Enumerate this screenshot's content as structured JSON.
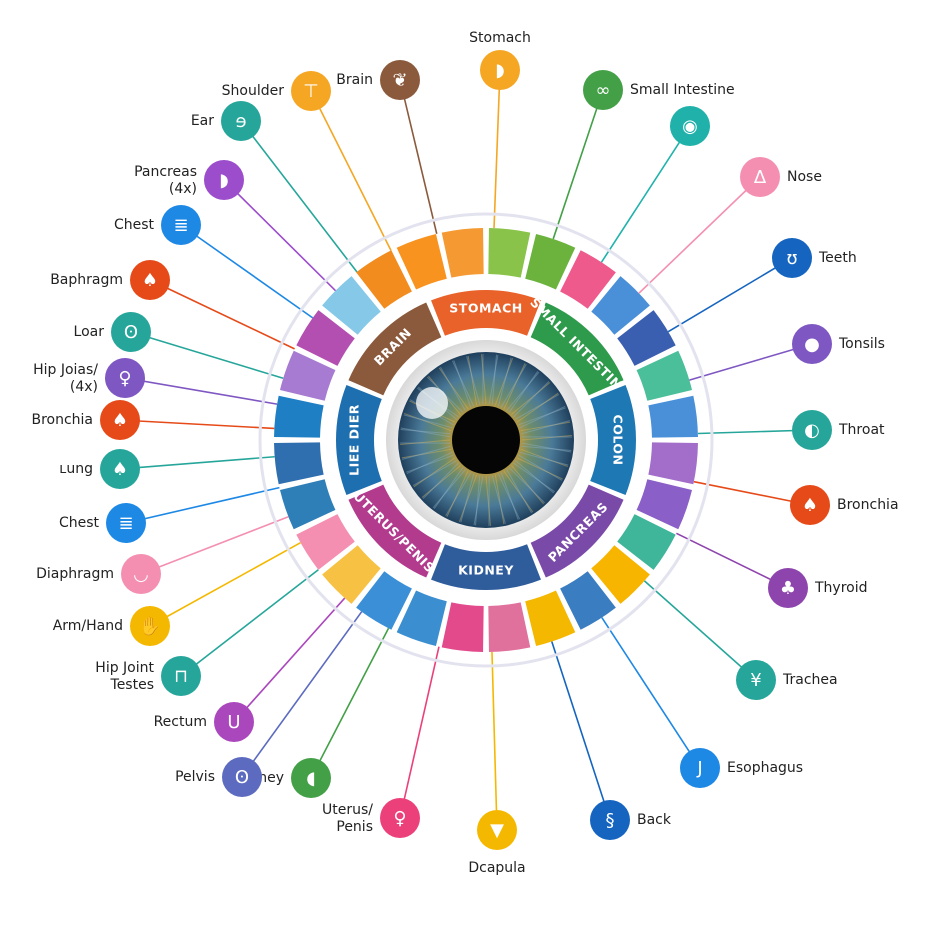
{
  "inner_ring": [
    {
      "label": "STOMACH",
      "color": "#e8622a"
    },
    {
      "label": "SMALL INTESTINE",
      "color": "#2e9a4b"
    },
    {
      "label": "COLON",
      "color": "#1e78b4"
    },
    {
      "label": "PANCREAS",
      "color": "#7a4aa8"
    },
    {
      "label": "KIDNEY",
      "color": "#2f5d9c"
    },
    {
      "label": "UTERUS/PENIS",
      "color": "#b23b8e"
    },
    {
      "label": "LIEE DIER",
      "color": "#1e6fb0"
    },
    {
      "label": "BRAIN",
      "color": "#8b5a3c"
    }
  ],
  "outer_segments": [
    "#f7931e",
    "#f59a33",
    "#8ac34a",
    "#6cb33e",
    "#ef5a8c",
    "#4a90d9",
    "#3a5fb0",
    "#4bbf9a",
    "#4a90d9",
    "#a26ec9",
    "#8a5fc7",
    "#3fb59a",
    "#f7b500",
    "#3a7dc0",
    "#f5b800",
    "#e0709c",
    "#e24a8c",
    "#3b8fd1",
    "#3a8fd6",
    "#f7c244",
    "#f48fb1",
    "#2e7fb8",
    "#2f6fb0",
    "#1f7fc4",
    "#a67bd1",
    "#b34fb0",
    "#85c8e8",
    "#f28c1e"
  ],
  "outer_items": [
    {
      "label": "Stomach",
      "color": "#f5a623",
      "icon": "stomach-icon",
      "glyph": "◗"
    },
    {
      "label": "Small Intestine",
      "color": "#43a047",
      "icon": "intestine-icon",
      "glyph": "∞"
    },
    {
      "label": "",
      "color": "#20b2aa",
      "icon": "eye-icon",
      "glyph": "◉"
    },
    {
      "label": "Nose",
      "color": "#f48fb1",
      "icon": "nose-icon",
      "glyph": "∆"
    },
    {
      "label": "Teeth",
      "color": "#1565c0",
      "icon": "tooth-icon",
      "glyph": "ʊ"
    },
    {
      "label": "Tonsils",
      "color": "#7e57c2",
      "icon": "head-icon",
      "glyph": "●"
    },
    {
      "label": "Throat",
      "color": "#26a69a",
      "icon": "throat-icon",
      "glyph": "◐"
    },
    {
      "label": "Bronchia",
      "color": "#e64a19",
      "icon": "lungs-icon",
      "glyph": "♠"
    },
    {
      "label": "Thyroid",
      "color": "#8e44ad",
      "icon": "thyroid-icon",
      "glyph": "♣"
    },
    {
      "label": "Trachea",
      "color": "#26a69a",
      "icon": "trachea-icon",
      "glyph": "¥"
    },
    {
      "label": "Esophagus",
      "color": "#1e88e5",
      "icon": "esophagus-icon",
      "glyph": "J"
    },
    {
      "label": "Back",
      "color": "#1565c0",
      "icon": "spine-icon",
      "glyph": "§"
    },
    {
      "label": "Dcapula",
      "color": "#f5b800",
      "icon": "scapula-icon",
      "glyph": "▼"
    },
    {
      "label": "Uterus/\nPenis",
      "color": "#ec407a",
      "icon": "uterus-icon",
      "glyph": "♀"
    },
    {
      "label": "Kidney",
      "color": "#43a047",
      "icon": "kidney-icon",
      "glyph": "◖"
    },
    {
      "label": "Pelvis",
      "color": "#5c6bc0",
      "icon": "pelvis-icon",
      "glyph": "ʘ"
    },
    {
      "label": "Rectum",
      "color": "#ab47bc",
      "icon": "rectum-icon",
      "glyph": "U"
    },
    {
      "label": "Hip Joint\nTestes",
      "color": "#26a69a",
      "icon": "hip-joint-icon",
      "glyph": "⊓"
    },
    {
      "label": "Arm/Hand",
      "color": "#f5b800",
      "icon": "hand-icon",
      "glyph": "✋"
    },
    {
      "label": "Diaphragm",
      "color": "#f48fb1",
      "icon": "diaphragm-icon",
      "glyph": "◡"
    },
    {
      "label": "Chest",
      "color": "#1e88e5",
      "icon": "ribcage-icon",
      "glyph": "≣"
    },
    {
      "label": "ʟung",
      "color": "#26a69a",
      "icon": "lung-icon",
      "glyph": "♠"
    },
    {
      "label": "Bronchia",
      "color": "#e64a19",
      "icon": "bronchia-icon",
      "glyph": "♠"
    },
    {
      "label": "Hip Joias/\n(4x)",
      "color": "#7e57c2",
      "icon": "uterus-small-icon",
      "glyph": "♀"
    },
    {
      "label": "Loar",
      "color": "#26a69a",
      "icon": "pelvis-small-icon",
      "glyph": "ʘ"
    },
    {
      "label": "Baphragm",
      "color": "#e64a19",
      "icon": "lungs-small-icon",
      "glyph": "♠"
    },
    {
      "label": "Chest",
      "color": "#1e88e5",
      "icon": "chest-icon",
      "glyph": "≣"
    },
    {
      "label": "Pancreas\n(4x)",
      "color": "#9c4dcc",
      "icon": "pancreas-icon",
      "glyph": "◗"
    },
    {
      "label": "Ear",
      "color": "#26a69a",
      "icon": "ear-icon",
      "glyph": "ɘ"
    },
    {
      "label": "Shoulder",
      "color": "#f5a623",
      "icon": "shoulder-icon",
      "glyph": "⊤"
    },
    {
      "label": "Brain",
      "color": "#8b5a3c",
      "icon": "brain-icon",
      "glyph": "❦"
    }
  ]
}
